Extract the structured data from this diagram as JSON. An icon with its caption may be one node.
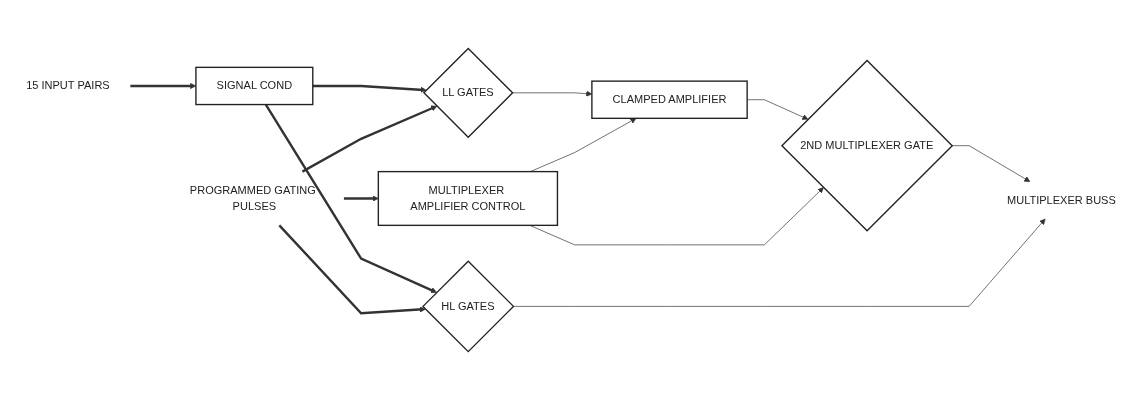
{
  "diagram": {
    "nodes": [
      {
        "text": [
          "15 INPUT PAIRS"
        ]
      },
      {
        "text": [
          "SIGNAL COND"
        ]
      },
      {
        "text": [
          "LL GATES"
        ]
      },
      {
        "text": [
          "HL GATES"
        ]
      },
      {
        "text": [
          "CLAMPED AMPLIFIER"
        ]
      },
      {
        "text": [
          "2ND MULTIPLEXER GATE"
        ]
      },
      {
        "text": [
          "MULTIPLEXER BUSS"
        ]
      },
      {
        "text": [
          "MULTIPLEXER AMPLIFIER CONTROL"
        ]
      },
      {
        "text": [
          "PROGRAMMED GATING PULSES"
        ]
      }
    ],
    "edges": [
      {
        "from": 0,
        "to": 1,
        "arrow": "to",
        "style": "thick"
      },
      {
        "from": 1,
        "to": 2,
        "arrow": "to",
        "style": "thick"
      },
      {
        "from": 1,
        "to": 3,
        "arrow": "to",
        "style": "thick"
      },
      {
        "from": 2,
        "to": 4,
        "arrow": "to"
      },
      {
        "from": 4,
        "to": 5,
        "arrow": "to"
      },
      {
        "from": 5,
        "to": 6,
        "arrow": "to"
      },
      {
        "from": 3,
        "to": 6,
        "arrow": "to"
      },
      {
        "from": 7,
        "to": 4,
        "arrow": "to"
      },
      {
        "from": 7,
        "to": 5,
        "arrow": "to"
      },
      {
        "from": 8,
        "to": 3,
        "arrow": "to",
        "style": "thick"
      },
      {
        "from": 8,
        "to": 2,
        "arrow": "to",
        "style": "thick"
      },
      {
        "from": 8,
        "to": 7,
        "arrow": "to",
        "style": "thick"
      }
    ]
  }
}
